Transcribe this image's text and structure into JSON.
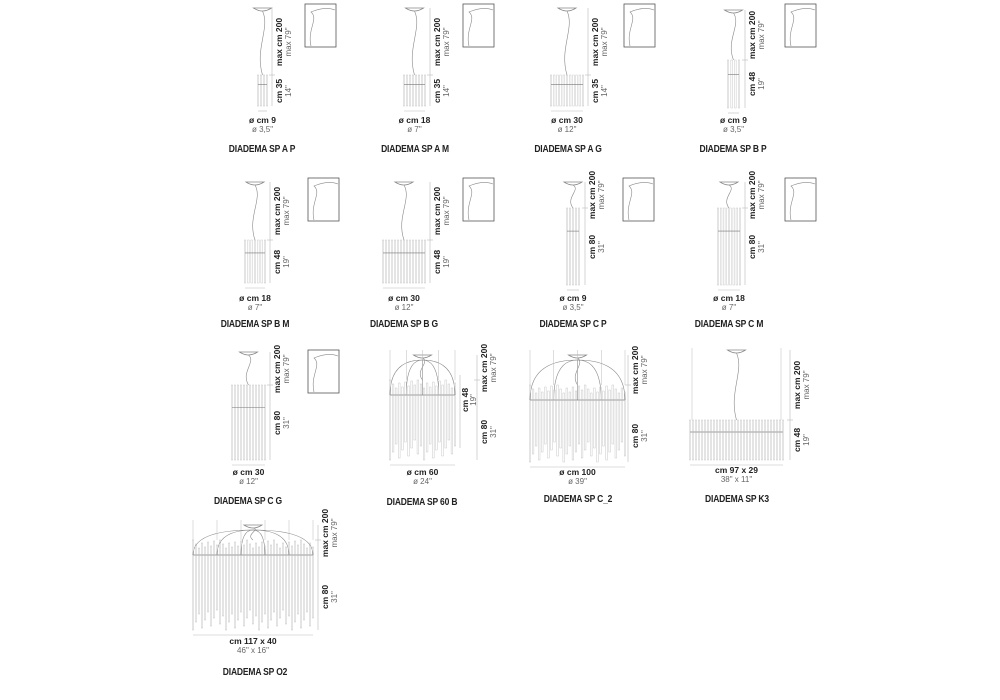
{
  "products": [
    {
      "name": "DIADEMA SP A P",
      "dia_cm": "ø cm 9",
      "dia_in": "ø 3,5\"",
      "max_cm": "max cm 200",
      "max_in": "max 79\"",
      "h_cm": "cm 35",
      "h_in": "14\""
    },
    {
      "name": "DIADEMA SP A M",
      "dia_cm": "ø cm 18",
      "dia_in": "ø 7\"",
      "max_cm": "max cm 200",
      "max_in": "max 79\"",
      "h_cm": "cm 35",
      "h_in": "14\""
    },
    {
      "name": "DIADEMA SP A G",
      "dia_cm": "ø cm 30",
      "dia_in": "ø 12\"",
      "max_cm": "max cm 200",
      "max_in": "max 79\"",
      "h_cm": "cm 35",
      "h_in": "14\""
    },
    {
      "name": "DIADEMA SP B P",
      "dia_cm": "ø cm 9",
      "dia_in": "ø 3,5\"",
      "max_cm": "max cm 200",
      "max_in": "max 79\"",
      "h_cm": "cm 48",
      "h_in": "19\""
    },
    {
      "name": "DIADEMA SP B M",
      "dia_cm": "ø cm 18",
      "dia_in": "ø 7\"",
      "max_cm": "max cm 200",
      "max_in": "max 79\"",
      "h_cm": "cm 48",
      "h_in": "19\""
    },
    {
      "name": "DIADEMA SP B G",
      "dia_cm": "ø cm 30",
      "dia_in": "ø 12\"",
      "max_cm": "max cm 200",
      "max_in": "max 79\"",
      "h_cm": "cm 48",
      "h_in": "19\""
    },
    {
      "name": "DIADEMA SP C P",
      "dia_cm": "ø cm 9",
      "dia_in": "ø 3,5\"",
      "max_cm": "max cm 200",
      "max_in": "max 79\"",
      "h_cm": "cm 80",
      "h_in": "31\""
    },
    {
      "name": "DIADEMA SP C M",
      "dia_cm": "ø cm 18",
      "dia_in": "ø 7\"",
      "max_cm": "max cm 200",
      "max_in": "max 79\"",
      "h_cm": "cm 80",
      "h_in": "31\""
    },
    {
      "name": "DIADEMA SP C G",
      "dia_cm": "ø cm 30",
      "dia_in": "ø 12\"",
      "max_cm": "max cm 200",
      "max_in": "max 79\"",
      "h_cm": "cm 80",
      "h_in": "31\""
    },
    {
      "name": "DIADEMA SP 60 B",
      "dia_cm": "ø cm 60",
      "dia_in": "ø 24\"",
      "max_cm": "max cm 200",
      "max_in": "max 79\"",
      "h_cm": "cm 80",
      "h_in": "31\"",
      "h2_cm": "cm 48",
      "h2_in": "19\""
    },
    {
      "name": "DIADEMA SP C_2",
      "dia_cm": "ø cm 100",
      "dia_in": "ø 39\"",
      "max_cm": "max cm 200",
      "max_in": "max 79\"",
      "h_cm": "cm 80",
      "h_in": "31\""
    },
    {
      "name": "DIADEMA SP K3",
      "dia_cm": "cm 97 x 29",
      "dia_in": "38\" x 11\"",
      "max_cm": "max cm 200",
      "max_in": "max 79\"",
      "h_cm": "cm 48",
      "h_in": "19\""
    },
    {
      "name": "DIADEMA SP O2",
      "dia_cm": "cm 117 x 40",
      "dia_in": "46\" x 16\"",
      "max_cm": "max cm 200",
      "max_in": "max 79\"",
      "h_cm": "cm 80",
      "h_in": "31\""
    }
  ],
  "colors": {
    "line": "#888888",
    "tube": "#bbbbbb",
    "text": "#222222",
    "subtext": "#666666"
  }
}
